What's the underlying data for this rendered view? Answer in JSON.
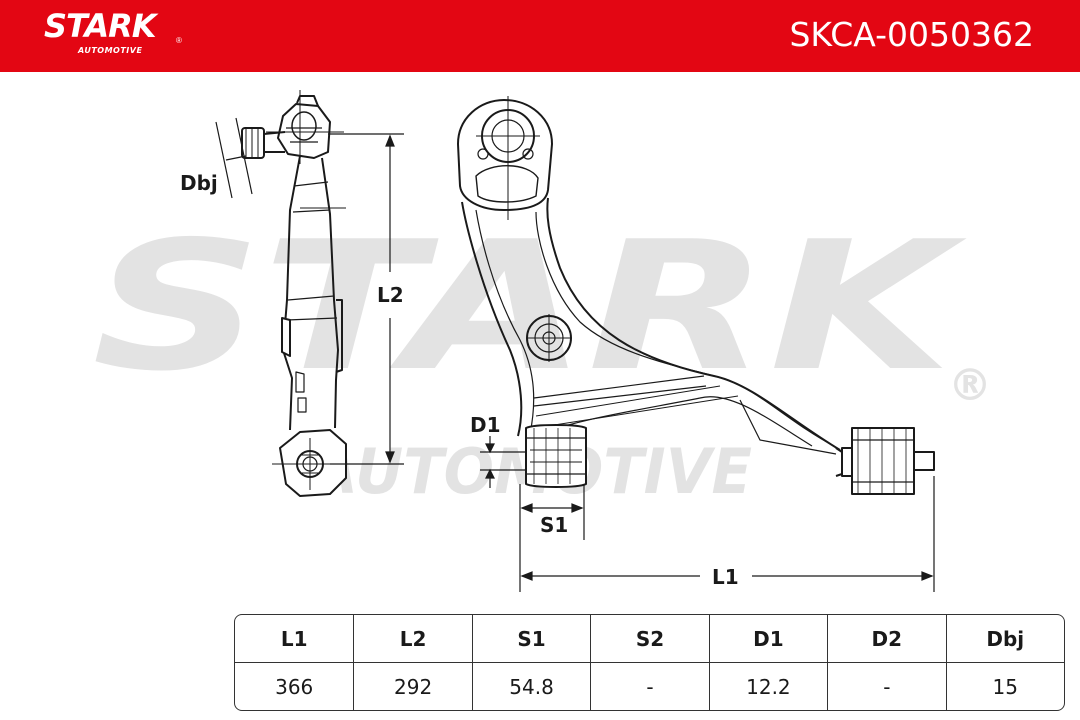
{
  "header": {
    "brand": "STARK",
    "brand_sub": "AUTOMOTIVE",
    "registered_mark": "®",
    "part_number": "SKCA-0050362",
    "background_color": "#e30613"
  },
  "watermark": {
    "brand": "STARK",
    "brand_sub": "AUTOMOTIVE",
    "registered_mark": "®"
  },
  "dimension_labels": {
    "dbj": "Dbj",
    "l2": "L2",
    "d1": "D1",
    "s1": "S1",
    "l1": "L1"
  },
  "specs": {
    "headers": [
      "L1",
      "L2",
      "S1",
      "S2",
      "D1",
      "D2",
      "Dbj"
    ],
    "values": [
      "366",
      "292",
      "54.8",
      "-",
      "12.2",
      "-",
      "15"
    ]
  }
}
